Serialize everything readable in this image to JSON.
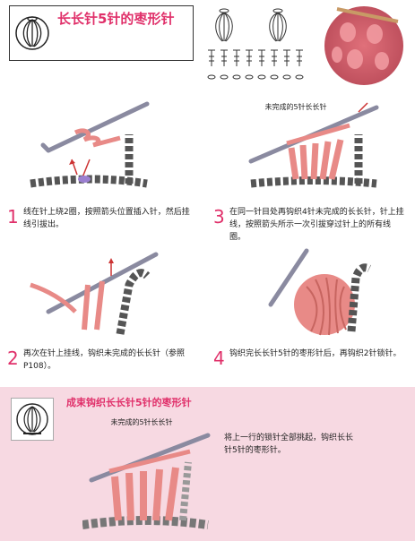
{
  "title": "长长针5针的枣形针",
  "steps": [
    {
      "number": "1",
      "text": "线在针上绕2圈，按照箭头位置插入针，然后挂线引拔出。"
    },
    {
      "number": "2",
      "text": "再次在针上挂线，钩织未完成的长长针（参照P108）。"
    },
    {
      "number": "3",
      "text": "在同一针目处再钩织4针未完成的长长针，针上挂线，按照箭头所示一次引拔穿过针上的所有线圈。"
    },
    {
      "number": "4",
      "text": "钩织完长长针5针的枣形针后，再钩织2针锁针。"
    }
  ],
  "annotations": {
    "step3_label": "未完成的5针长长针",
    "bottom_label": "未完成的5针长长针"
  },
  "bottom": {
    "title": "成束钩织长长针5针的枣形针",
    "text": "将上一行的锁针全部挑起，钩织长长针5针的枣形针。"
  },
  "colors": {
    "accent": "#e0306a",
    "yarn_pink": "#e88a87",
    "panel_pink": "#f7d9e2",
    "hook_gray": "#8a8aa0"
  }
}
